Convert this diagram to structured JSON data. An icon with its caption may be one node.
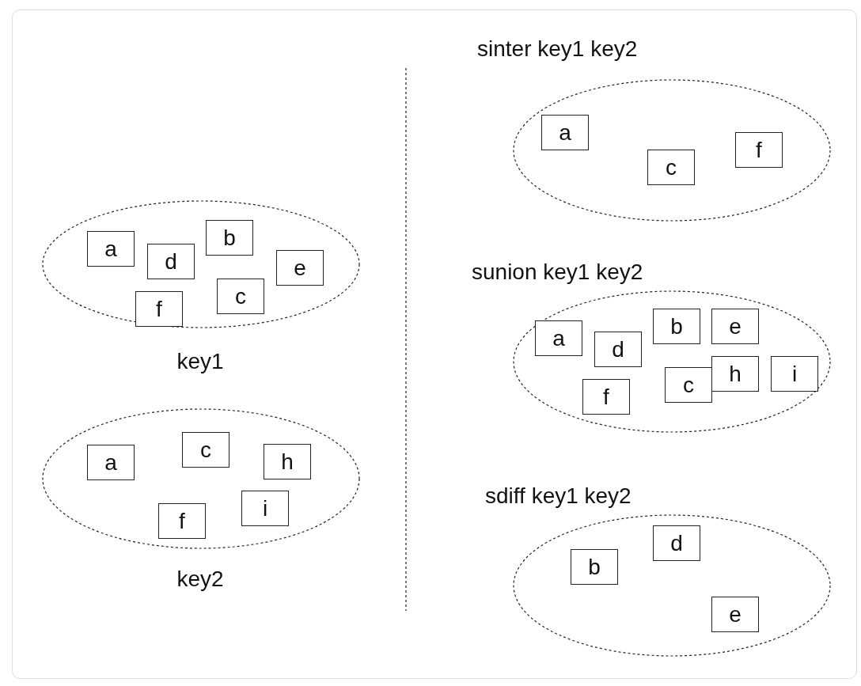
{
  "diagram": {
    "nodes": [
      {
        "text": [
          "key1"
        ]
      },
      {
        "text": [
          "a"
        ],
        "in": 0
      },
      {
        "text": [
          "b"
        ],
        "in": 0
      },
      {
        "text": [
          "d"
        ],
        "in": 0
      },
      {
        "text": [
          "e"
        ],
        "in": 0
      },
      {
        "text": [
          "c"
        ],
        "in": 0
      },
      {
        "text": [
          "f"
        ],
        "in": 0
      },
      {
        "text": [
          "key2"
        ]
      },
      {
        "text": [
          "c"
        ],
        "in": 7
      },
      {
        "text": [
          "a"
        ],
        "in": 7
      },
      {
        "text": [
          "h"
        ],
        "in": 7
      },
      {
        "text": [
          "i"
        ],
        "in": 7
      },
      {
        "text": [
          "f"
        ],
        "in": 7
      },
      {
        "text": [
          "sinter key1 key2"
        ]
      },
      {
        "text": [
          "a"
        ],
        "in": 13
      },
      {
        "text": [
          "f"
        ],
        "in": 13
      },
      {
        "text": [
          "c"
        ],
        "in": 13
      },
      {
        "text": [
          "sunion key1 key2"
        ]
      },
      {
        "text": [
          "b"
        ],
        "in": 17
      },
      {
        "text": [
          "e"
        ],
        "in": 17
      },
      {
        "text": [
          "a"
        ],
        "in": 17
      },
      {
        "text": [
          "d"
        ],
        "in": 17
      },
      {
        "text": [
          "h"
        ],
        "in": 17
      },
      {
        "text": [
          "i"
        ],
        "in": 17
      },
      {
        "text": [
          "c"
        ],
        "in": 17
      },
      {
        "text": [
          "f"
        ],
        "in": 17
      },
      {
        "text": [
          "sdiff key1 key2"
        ]
      },
      {
        "text": [
          "d"
        ],
        "in": 26
      },
      {
        "text": [
          "b"
        ],
        "in": 26
      },
      {
        "text": [
          "e"
        ],
        "in": 26
      }
    ],
    "edges": []
  }
}
